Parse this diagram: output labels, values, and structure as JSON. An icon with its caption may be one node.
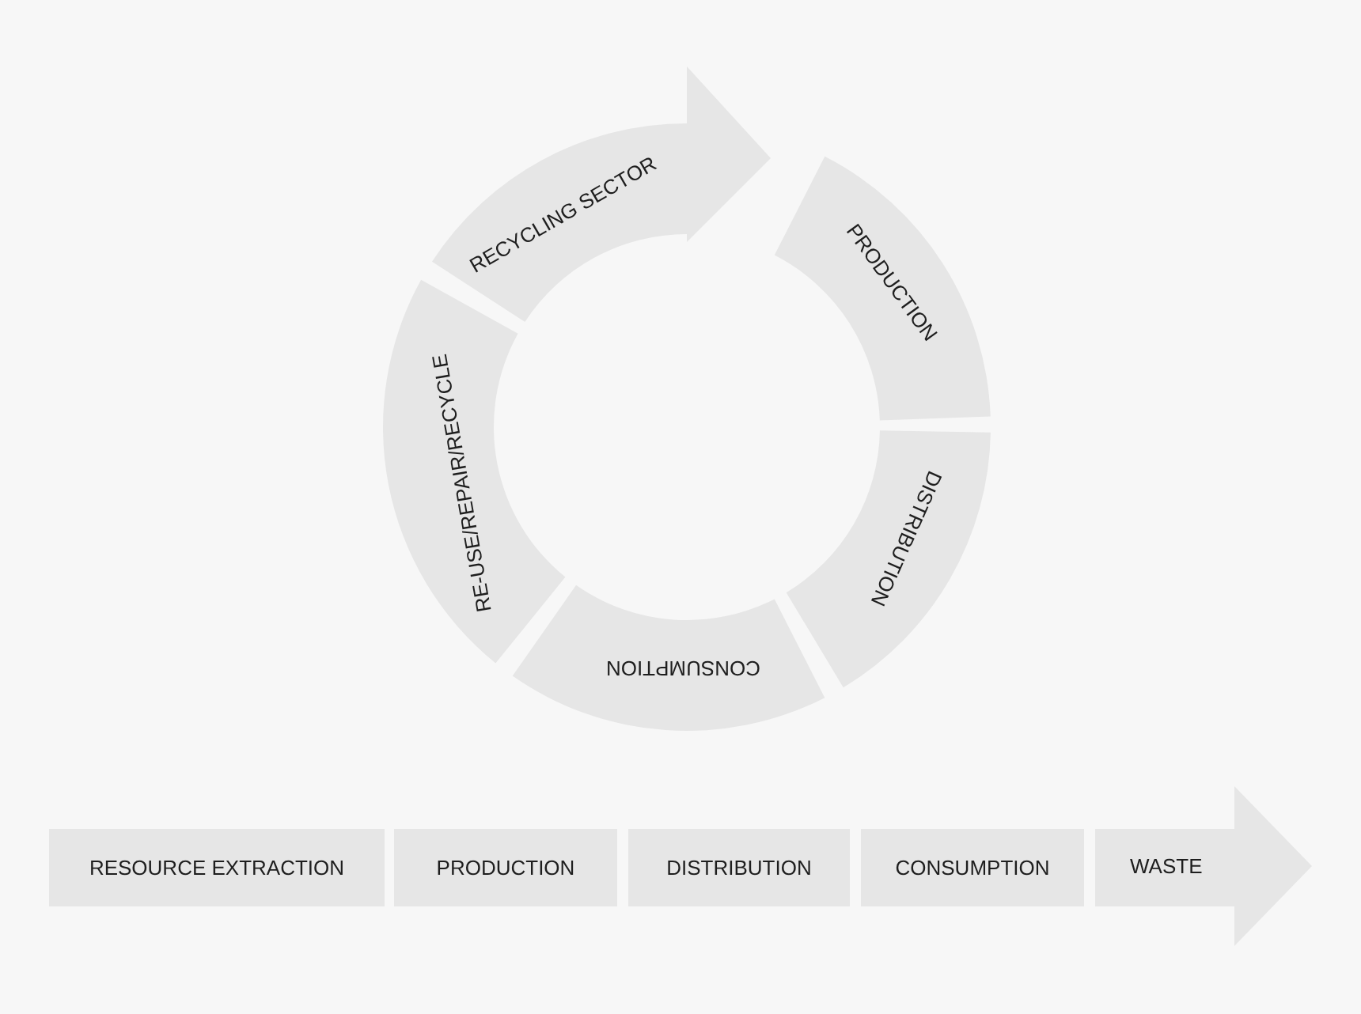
{
  "diagram": {
    "nodes": [
      {
        "text": [
          "RECYCLING SECTOR"
        ]
      },
      {
        "text": [
          "PRODUCTION"
        ]
      },
      {
        "text": [
          "DISTRIBUTION"
        ]
      },
      {
        "text": [
          "CONSUMPTION"
        ]
      },
      {
        "text": [
          "RE-USE/REPAIR/RECYCLE"
        ]
      },
      {
        "text": [
          "RESOURCE EXTRACTION"
        ]
      },
      {
        "text": [
          "PRODUCTION"
        ]
      },
      {
        "text": [
          "DISTRIBUTION"
        ]
      },
      {
        "text": [
          "CONSUMPTION"
        ]
      },
      {
        "text": [
          "WASTE"
        ]
      }
    ]
  }
}
